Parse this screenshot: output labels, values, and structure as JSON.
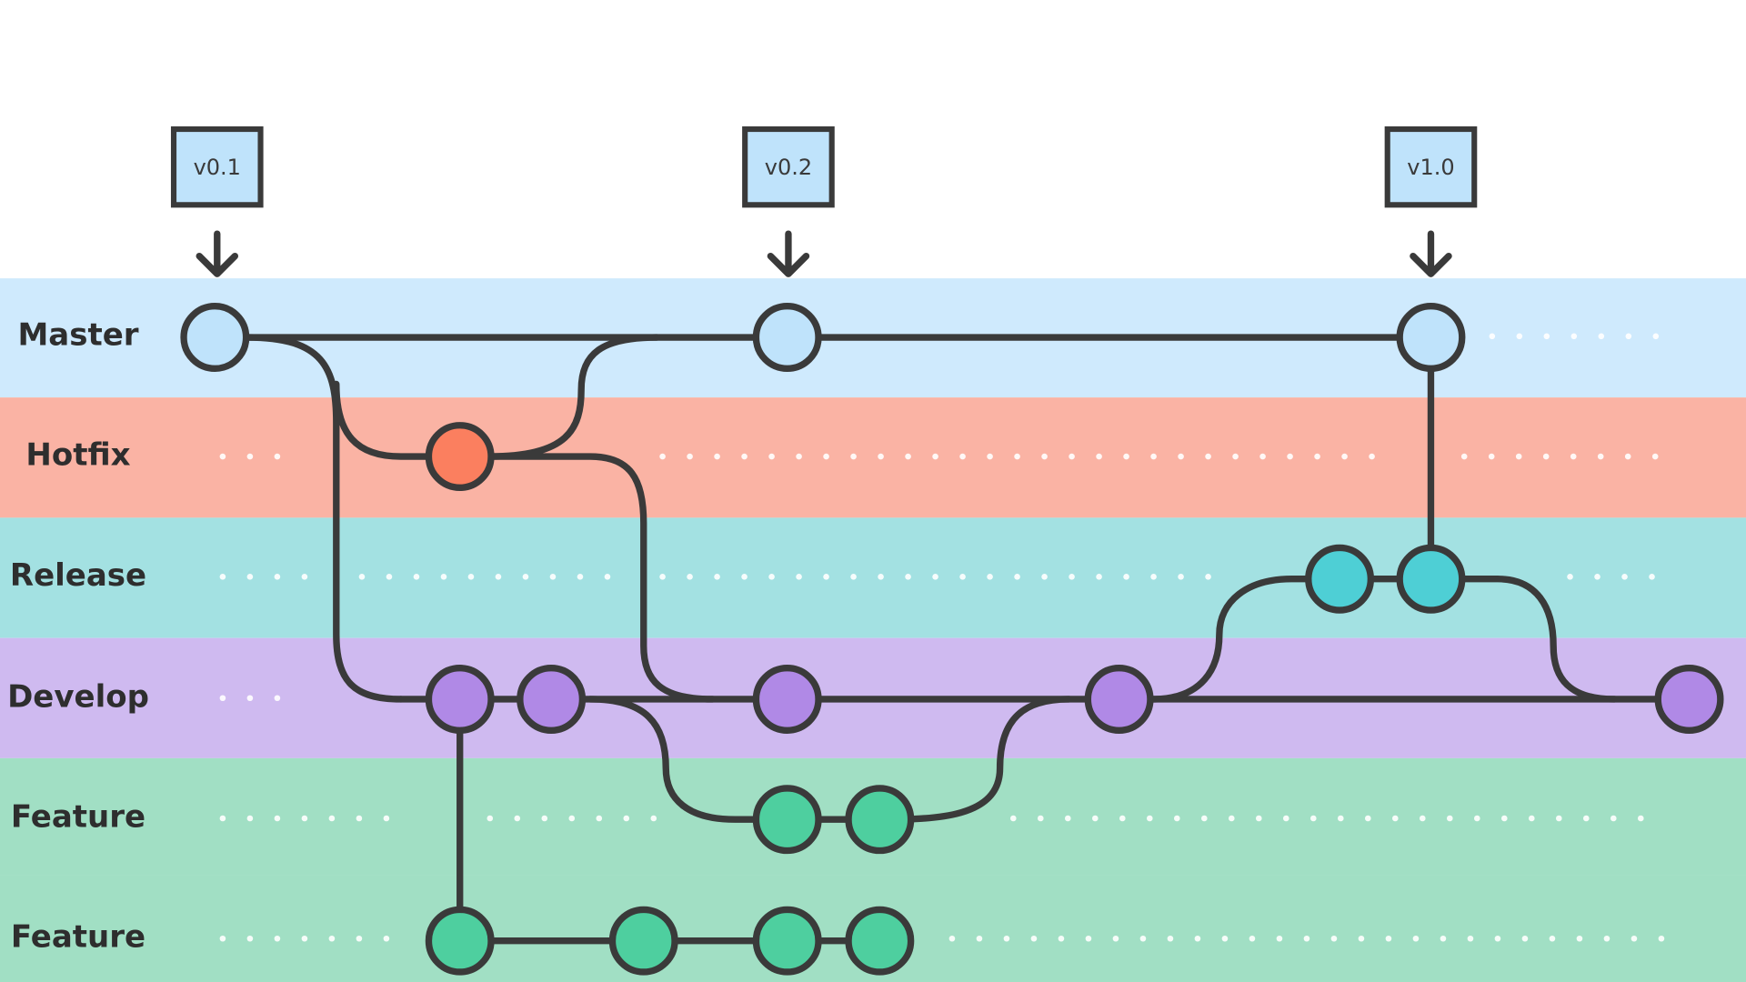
{
  "lanes": [
    {
      "key": "master",
      "label": "Master",
      "color": "#cfeafd"
    },
    {
      "key": "hotfix",
      "label": "Hotfix",
      "color": "#fab3a4"
    },
    {
      "key": "release",
      "label": "Release",
      "color": "#a3e1e2"
    },
    {
      "key": "develop",
      "label": "Develop",
      "color": "#cfbaf0"
    },
    {
      "key": "feature1",
      "label": "Feature",
      "color": "#a1dfc4"
    },
    {
      "key": "feature2",
      "label": "Feature",
      "color": "#a1dfc4"
    }
  ],
  "tags": [
    {
      "label": "v0.1"
    },
    {
      "label": "v0.2"
    },
    {
      "label": "v1.0"
    }
  ],
  "commit_colors": {
    "master": "#bfe3fb",
    "hotfix": "#fb7f5f",
    "release": "#4ecfd5",
    "develop": "#b089e6",
    "feature": "#4ecf9f"
  }
}
